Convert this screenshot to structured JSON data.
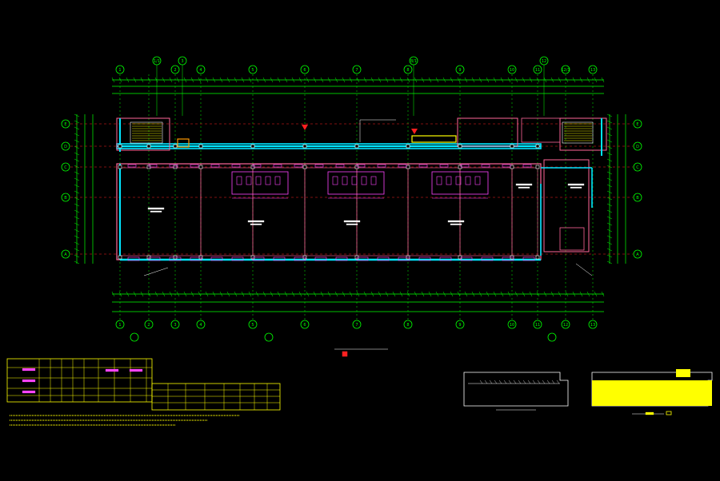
{
  "colors": {
    "background": "#000000",
    "axis": "#00ff00",
    "wall": "#ff6699",
    "highlight": "#00e5ff",
    "fixture": "#ff44ff",
    "text": "#ffffff",
    "dim_red": "#ff2020",
    "accent_yellow": "#ffff00",
    "accent_orange": "#ff9900",
    "hatch": "#ffff00"
  },
  "grid": {
    "top": [
      "1",
      "1/1",
      "2",
      "3",
      "4",
      "5",
      "6",
      "7",
      "8",
      "8/1",
      "9",
      "10",
      "11",
      "12",
      "12/1",
      "13"
    ],
    "bottom": [
      "1",
      "2",
      "3",
      "4",
      "5",
      "6",
      "7",
      "8",
      "9",
      "10",
      "11",
      "12",
      "13"
    ],
    "left": [
      "E",
      "D",
      "C",
      "B",
      "A"
    ],
    "right": [
      "E",
      "D",
      "C",
      "B",
      "A"
    ]
  },
  "icons": [
    "compass-icon",
    "stair-icon",
    "arrow-icon"
  ]
}
